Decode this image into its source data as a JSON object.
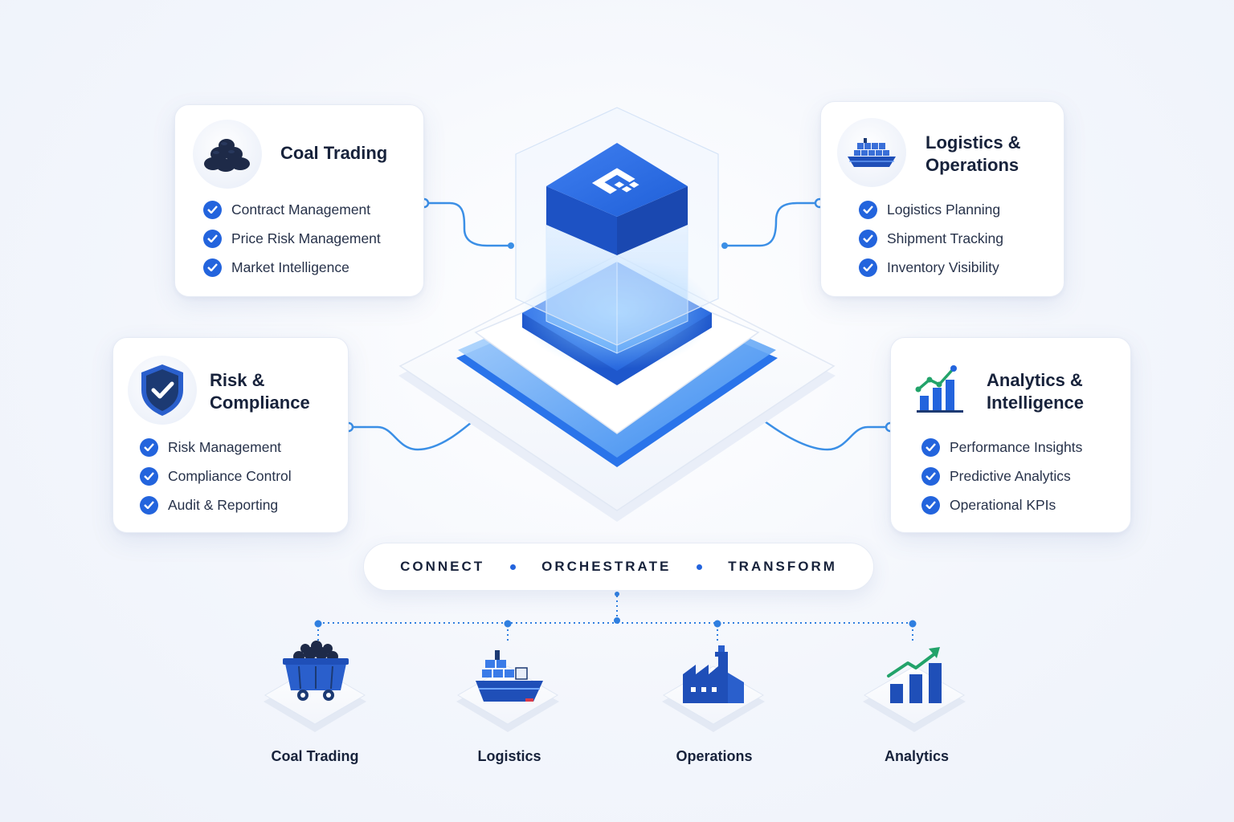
{
  "cards": {
    "coal_trading": {
      "title": "Coal Trading",
      "icon": "coal-pile-icon",
      "items": [
        "Contract Management",
        "Price Risk Management",
        "Market Intelligence"
      ]
    },
    "logistics_operations": {
      "title_line1": "Logistics &",
      "title_line2": "Operations",
      "icon": "cargo-ship-icon",
      "items": [
        "Logistics Planning",
        "Shipment Tracking",
        "Inventory Visibility"
      ]
    },
    "risk_compliance": {
      "title_line1": "Risk &",
      "title_line2": "Compliance",
      "icon": "shield-check-icon",
      "items": [
        "Risk Management",
        "Compliance Control",
        "Audit & Reporting"
      ]
    },
    "analytics_intelligence": {
      "title_line1": "Analytics &",
      "title_line2": "Intelligence",
      "icon": "growth-chart-icon",
      "items": [
        "Performance Insights",
        "Predictive Analytics",
        "Operational KPIs"
      ]
    }
  },
  "tagline": {
    "words": [
      "CONNECT",
      "ORCHESTRATE",
      "TRANSFORM"
    ]
  },
  "hubs": [
    {
      "label": "Coal Trading",
      "icon": "coal-cart-icon"
    },
    {
      "label": "Logistics",
      "icon": "cargo-ship-icon"
    },
    {
      "label": "Operations",
      "icon": "factory-icon"
    },
    {
      "label": "Analytics",
      "icon": "bar-growth-icon"
    }
  ],
  "colors": {
    "accent": "#2364dd",
    "accent_light": "#4a9cf0",
    "navy": "#1c3a73",
    "coal": "#1e2a48",
    "growth_green": "#22a36a"
  }
}
